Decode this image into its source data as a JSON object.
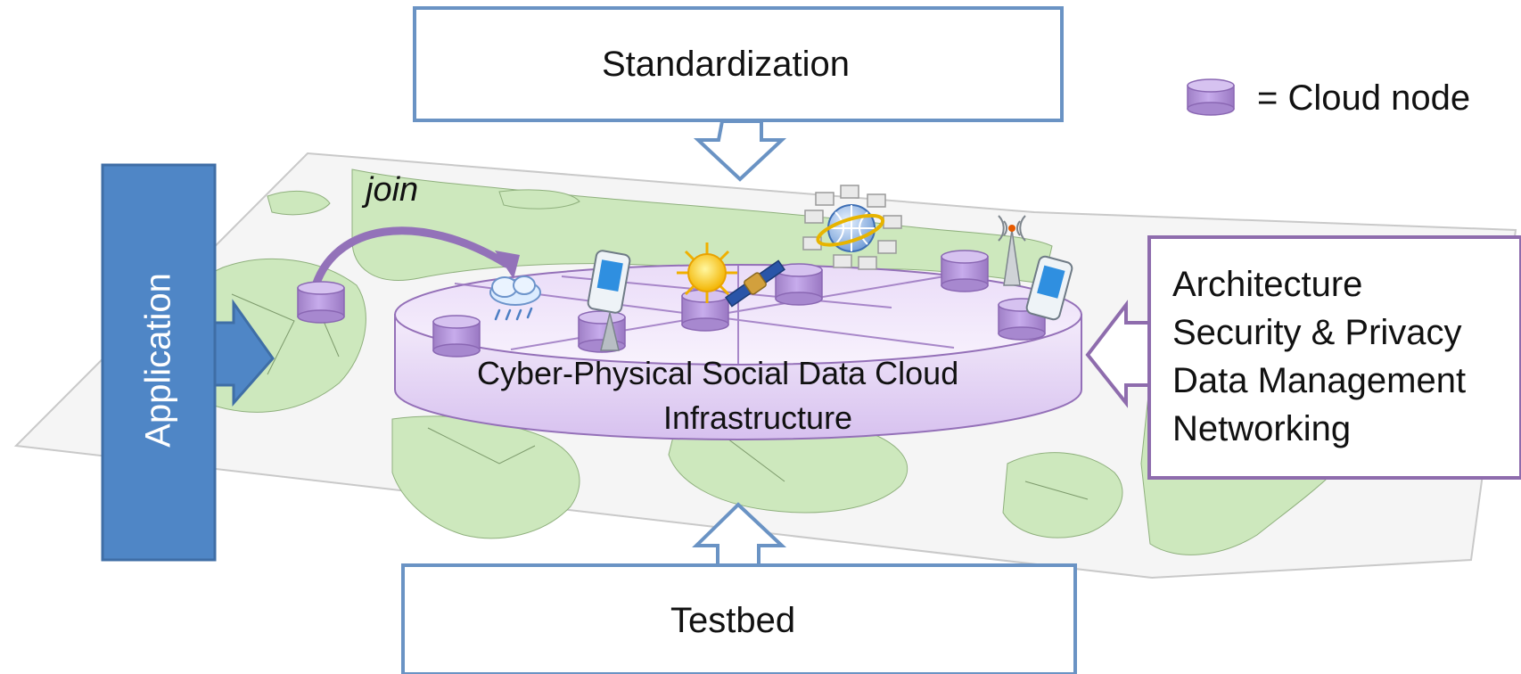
{
  "header": {
    "standardization_label": "Standardization"
  },
  "legend": {
    "node_icon": "cloud-node-icon",
    "label": "= Cloud node"
  },
  "left_panel": {
    "label": "Application"
  },
  "right_panel": {
    "lines": [
      "Architecture",
      "Security & Privacy",
      "Data Management",
      "Networking"
    ]
  },
  "bottom_panel": {
    "label": "Testbed"
  },
  "central": {
    "line1": "Cyber-Physical Social Data Cloud",
    "line2": "Infrastructure"
  },
  "arrow_annotation": "join",
  "icons": [
    "weather-cloud-icon",
    "mobile-phone-icon",
    "sun-icon",
    "satellite-icon",
    "globe-network-icon",
    "antenna-icon"
  ],
  "colors": {
    "box_border": "#6a93c4",
    "application_fill": "#4f86c6",
    "right_border": "#8e6cad",
    "node_fill": "#b799d8",
    "map_land": "#cde8bd"
  }
}
